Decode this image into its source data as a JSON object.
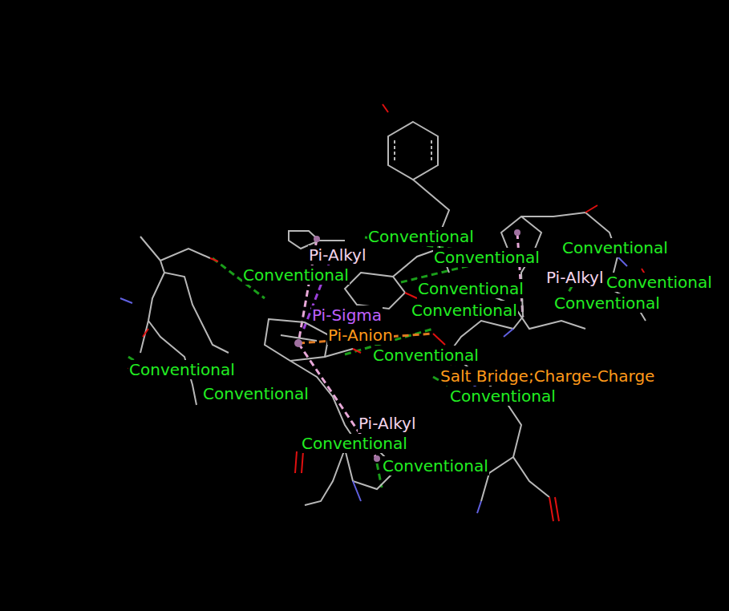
{
  "diagram": {
    "labels": [
      "Conventional",
      "Conventional",
      "Conventional",
      "Pi-Alkyl",
      "Pi-Alkyl",
      "Conventional",
      "Conventional",
      "Conventional",
      "Conventional",
      "Conventional",
      "Pi-Sigma",
      "Pi-Anion",
      "Conventional",
      "Salt Bridge;Charge-Charge",
      "Conventional",
      "Conventional",
      "Conventional",
      "Pi-Alkyl",
      "Conventional",
      "Conventional"
    ]
  }
}
